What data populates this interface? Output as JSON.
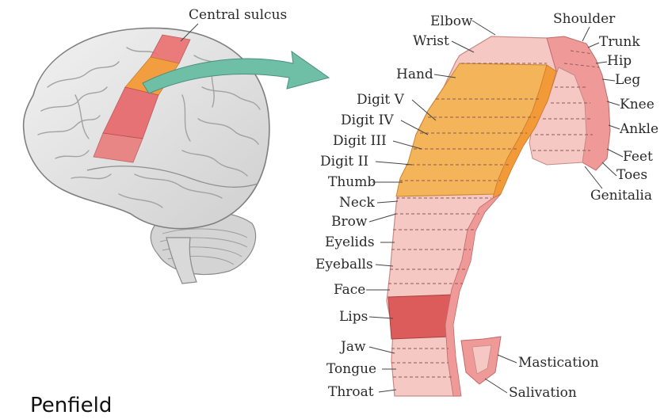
{
  "title_label": "Central sulcus",
  "credit": "Penfield",
  "colors": {
    "hand_region": "#f4b45a",
    "motor_strip_orange": "#f39a38",
    "lips_region": "#dc5b5b",
    "body_region": "#f6c8c4",
    "surface": "#ef9a98",
    "arrow": "#6fbfa6",
    "brain": "#e6e6e6"
  },
  "labels_left": [
    "Elbow",
    "Wrist",
    "Hand",
    "Digit V",
    "Digit IV",
    "Digit III",
    "Digit II",
    "Thumb",
    "Neck",
    "Brow",
    "Eyelids",
    "Eyeballs",
    "Face",
    "Lips",
    "Jaw",
    "Tongue",
    "Throat"
  ],
  "labels_right": [
    "Shoulder",
    "Trunk",
    "Hip",
    "Leg",
    "Knee",
    "Ankle",
    "Feet",
    "Toes",
    "Genitalia",
    "Mastication",
    "Salivation"
  ]
}
